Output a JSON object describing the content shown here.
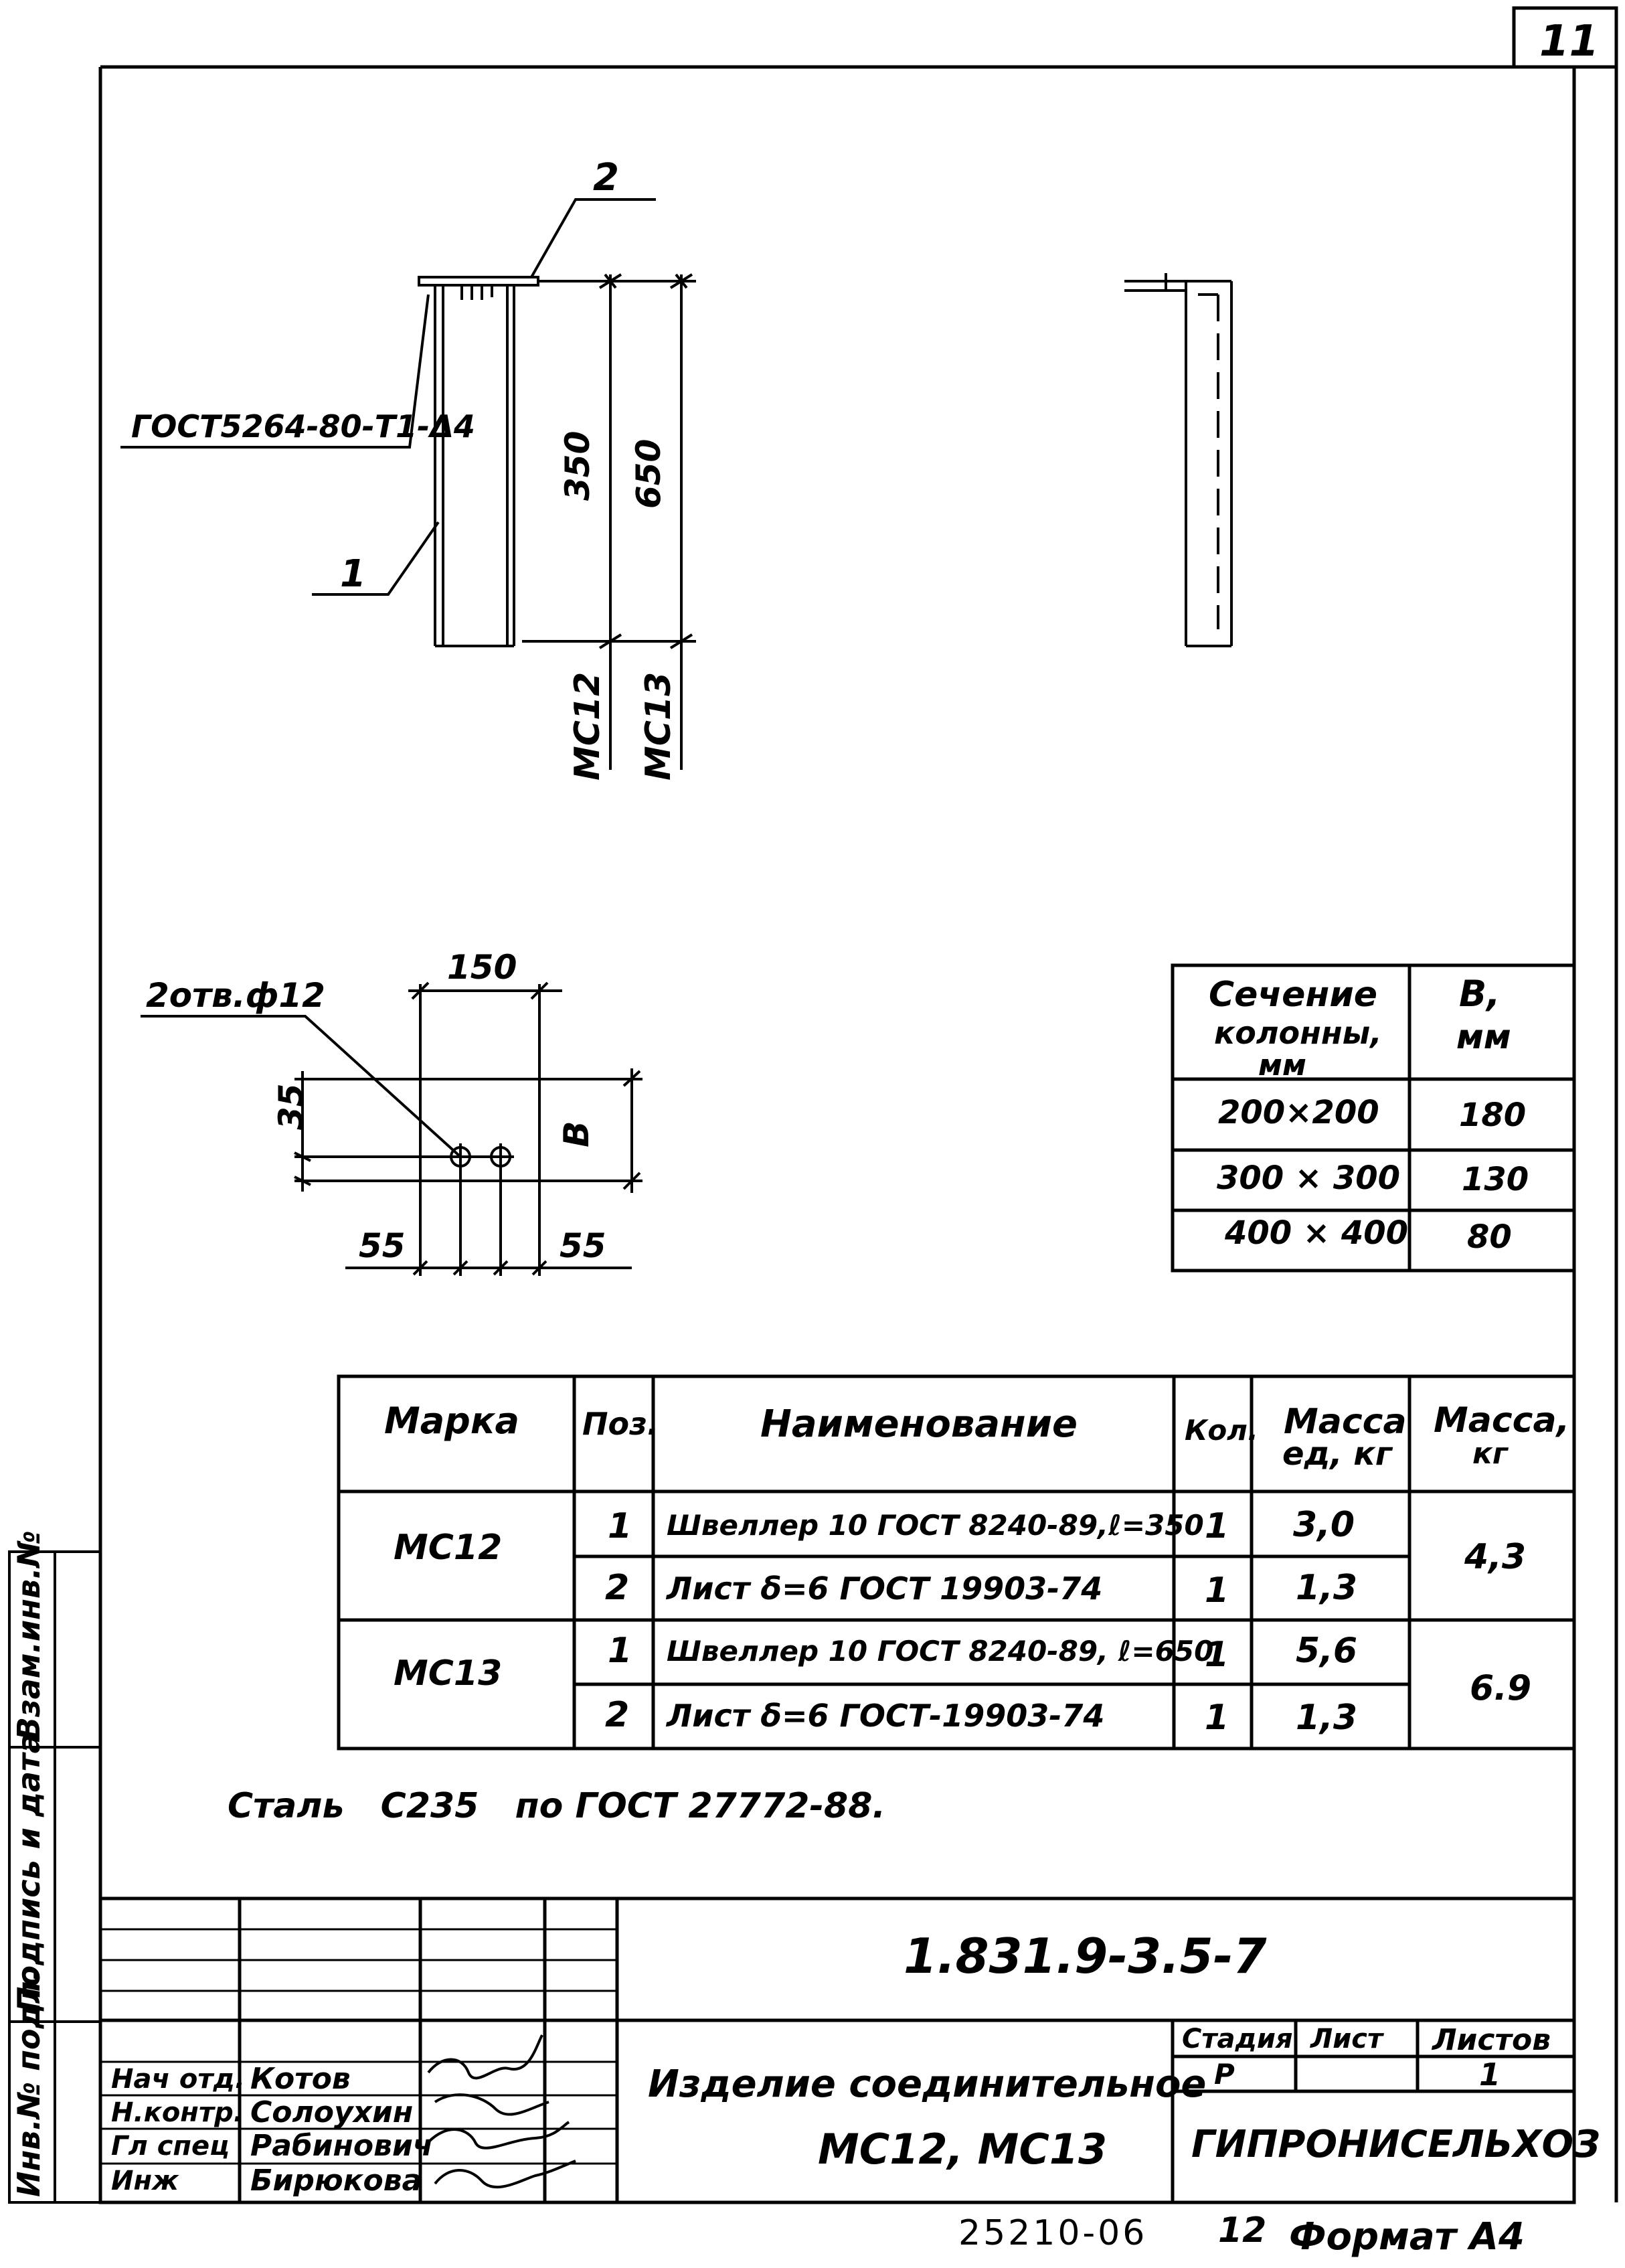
{
  "sheet_number": "11",
  "drawing": {
    "pos2_label": "2",
    "pos1_label": "1",
    "weld_note": "ГОСТ5264-80-Т1-Δ4",
    "dim_350": "350",
    "dim_650": "650",
    "mark_mc12": "МС12",
    "mark_mc13": "МС13",
    "holes_label": "2отв.ф12",
    "dim_150": "150",
    "dim_35": "35",
    "dim_b": "В",
    "dim_55_left": "55",
    "dim_55_right": "55"
  },
  "section_table": {
    "header_col1": [
      "Сечение",
      "колонны,",
      "мм"
    ],
    "header_col2": [
      "В,",
      "мм"
    ],
    "rows": [
      {
        "section": "200×200",
        "b": "180"
      },
      {
        "section": "300 × 300",
        "b": "130"
      },
      {
        "section": "400 × 400",
        "b": "80"
      }
    ]
  },
  "spec_table": {
    "headers": {
      "mark": "Марка",
      "pos": "Поз.",
      "name": "Наименование",
      "qty": "Кол.",
      "unit_mass": [
        "Масса",
        "ед, кг"
      ],
      "mass": [
        "Масса,",
        "кг"
      ]
    },
    "groups": [
      {
        "mark": "МС12",
        "total": "4,3",
        "rows": [
          {
            "pos": "1",
            "name": "Швеллер 10 ГОСТ 8240-89,ℓ=350",
            "qty": "1",
            "unit_mass": "3,0"
          },
          {
            "pos": "2",
            "name": "Лист δ=6 ГОСТ 19903-74",
            "qty": "1",
            "unit_mass": "1,3"
          }
        ]
      },
      {
        "mark": "МС13",
        "total": "6.9",
        "rows": [
          {
            "pos": "1",
            "name": "Швеллер 10 ГОСТ 8240-89, ℓ=650",
            "qty": "1",
            "unit_mass": "5,6"
          },
          {
            "pos": "2",
            "name": "Лист δ=6 ГОСТ-19903-74",
            "qty": "1",
            "unit_mass": "1,3"
          }
        ]
      }
    ]
  },
  "steel_note": "Сталь   С235   по ГОСТ 27772-88.",
  "side_stamp": {
    "inv_podl": "Инв.№ подл.",
    "podpis_data": "Подпись и дата",
    "vzam_inv": "Взам.инв.№"
  },
  "title_block": {
    "doc_code": "1.831.9-3.5-7",
    "title_line1": "Изделие соединительное",
    "title_line2": "МС12, МС13",
    "stage_header": "Стадия",
    "sheet_header": "Лист",
    "sheets_header": "Листов",
    "stage_value": "Р",
    "sheet_value": "",
    "sheets_value": "1",
    "organization": "ГИПРОНИСЕЛЬХОЗ",
    "people": [
      {
        "role": "Нач отд.",
        "name": "Котов"
      },
      {
        "role": "Н.контр.",
        "name": "Солоухин"
      },
      {
        "role": "Гл спец",
        "name": "Рабинович"
      },
      {
        "role": "Инж",
        "name": "Бирюкова"
      }
    ]
  },
  "footer": {
    "number": "25210-06",
    "page": "12",
    "format": "Формат А4"
  }
}
